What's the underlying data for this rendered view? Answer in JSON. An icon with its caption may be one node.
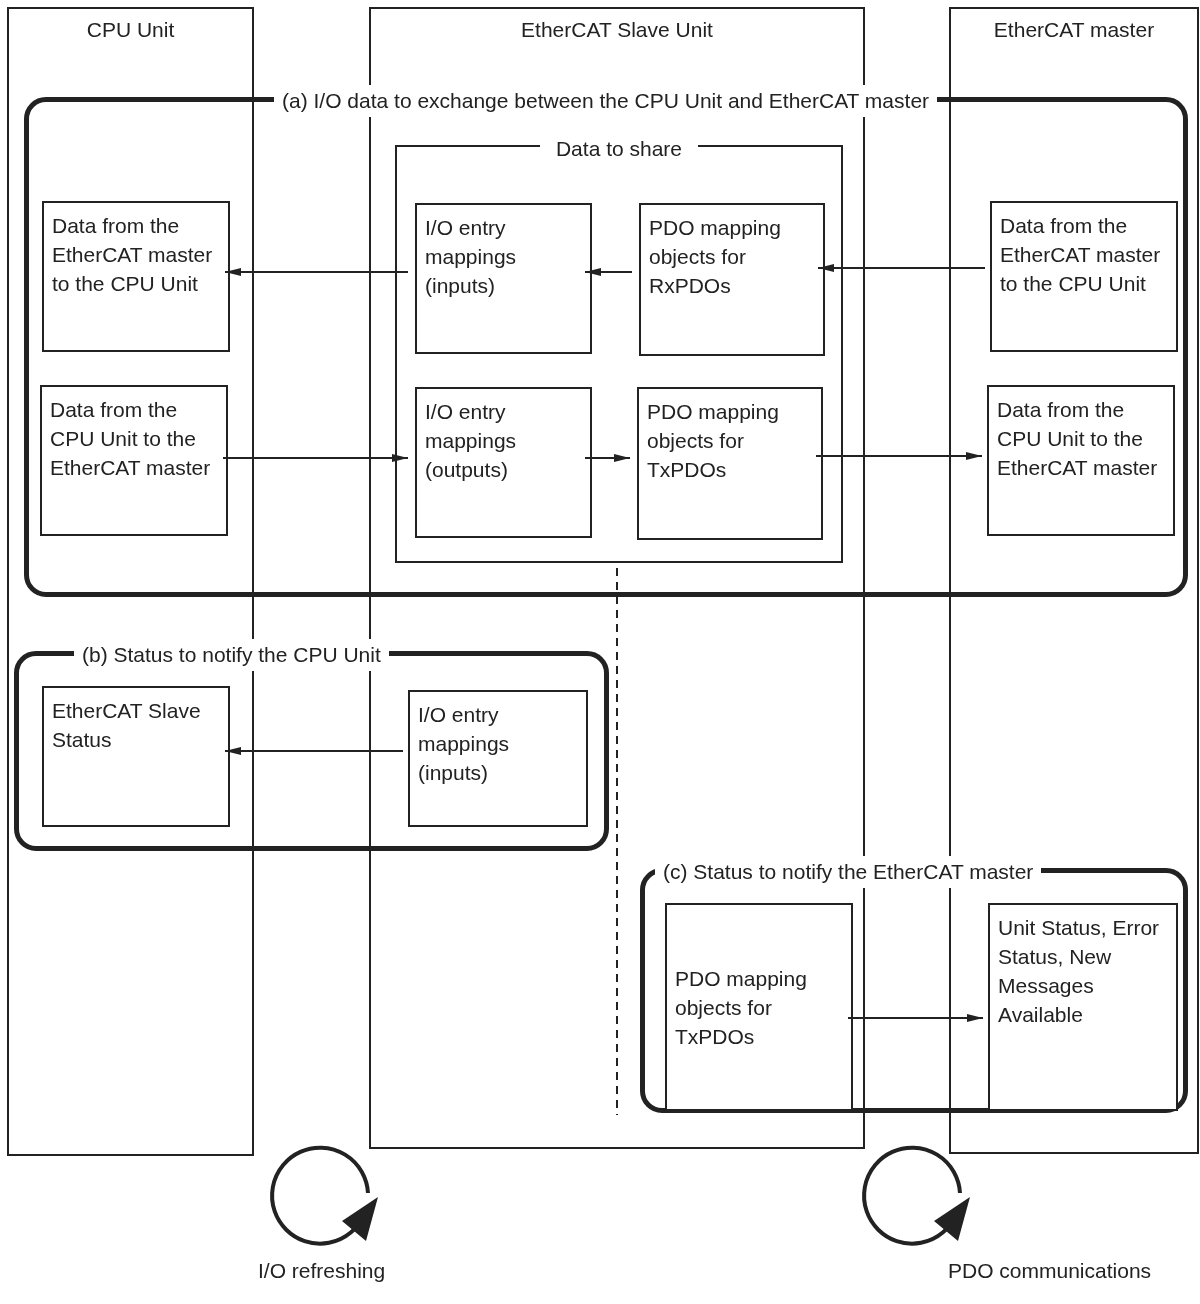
{
  "diagram": {
    "nodes": [
      {
        "text": [
          "(a) I/O data to exchange between the CPU Unit and EtherCAT master"
        ]
      },
      {
        "text": [
          "Data to share"
        ],
        "in": 0
      },
      {
        "text": [
          "Data from the EtherCAT master to the CPU Unit"
        ],
        "in": 0
      },
      {
        "text": [
          "I/O entry mappings (inputs)"
        ],
        "in": 1
      },
      {
        "text": [
          "PDO mapping objects for RxPDOs"
        ],
        "in": 1
      },
      {
        "text": [
          "Data from the EtherCAT master to the CPU Unit"
        ],
        "in": 0
      },
      {
        "text": [
          "Data from the CPU Unit to the EtherCAT master"
        ],
        "in": 0
      },
      {
        "text": [
          "I/O entry mappings (outputs)"
        ],
        "in": 1
      },
      {
        "text": [
          "PDO mapping objects for TxPDOs"
        ],
        "in": 1
      },
      {
        "text": [
          "Data from the CPU Unit to the EtherCAT master"
        ],
        "in": 0
      },
      {
        "text": [
          "(b) Status to notify the CPU Unit"
        ]
      },
      {
        "text": [
          "EtherCAT Slave Status"
        ],
        "in": 10
      },
      {
        "text": [
          "I/O entry mappings (inputs)"
        ],
        "in": 10
      },
      {
        "text": [
          "(c) Status to notify the EtherCAT master"
        ]
      },
      {
        "text": [
          "PDO mapping objects for TxPDOs"
        ],
        "in": 13
      },
      {
        "text": [
          "Unit Status, Error Status, New Messages Available"
        ],
        "in": 13
      }
    ],
    "edges": [
      {
        "from": 3,
        "to": 2,
        "arrow": "to"
      },
      {
        "from": 4,
        "to": 3,
        "arrow": "to"
      },
      {
        "from": 5,
        "to": 4,
        "arrow": "to"
      },
      {
        "from": 6,
        "to": 7,
        "arrow": "to"
      },
      {
        "from": 7,
        "to": 8,
        "arrow": "to"
      },
      {
        "from": 8,
        "to": 9,
        "arrow": "to"
      },
      {
        "from": 12,
        "to": 11,
        "arrow": "to"
      },
      {
        "from": 14,
        "to": 15,
        "arrow": "to"
      }
    ],
    "labels": [
      "CPU Unit",
      "EtherCAT Slave Unit",
      "EtherCAT master",
      "I/O refreshing",
      "PDO communications"
    ]
  }
}
